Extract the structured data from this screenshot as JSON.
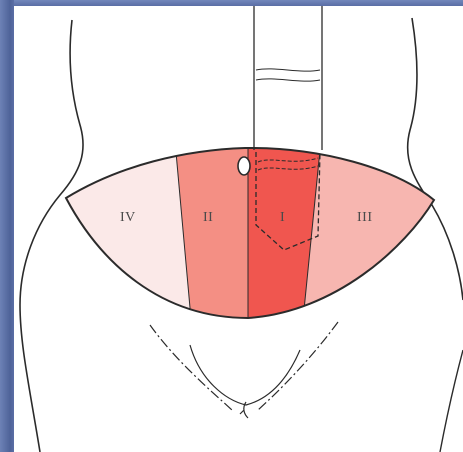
{
  "figure": {
    "zones": [
      {
        "id": "zone-i",
        "label": "I",
        "color": "#f0564f"
      },
      {
        "id": "zone-ii",
        "label": "II",
        "color": "#f48f84"
      },
      {
        "id": "zone-iii",
        "label": "III",
        "color": "#f7b6b0"
      },
      {
        "id": "zone-iv",
        "label": "IV",
        "color": "#fbe9e8"
      }
    ],
    "outline_color": "#2b2b2b"
  }
}
